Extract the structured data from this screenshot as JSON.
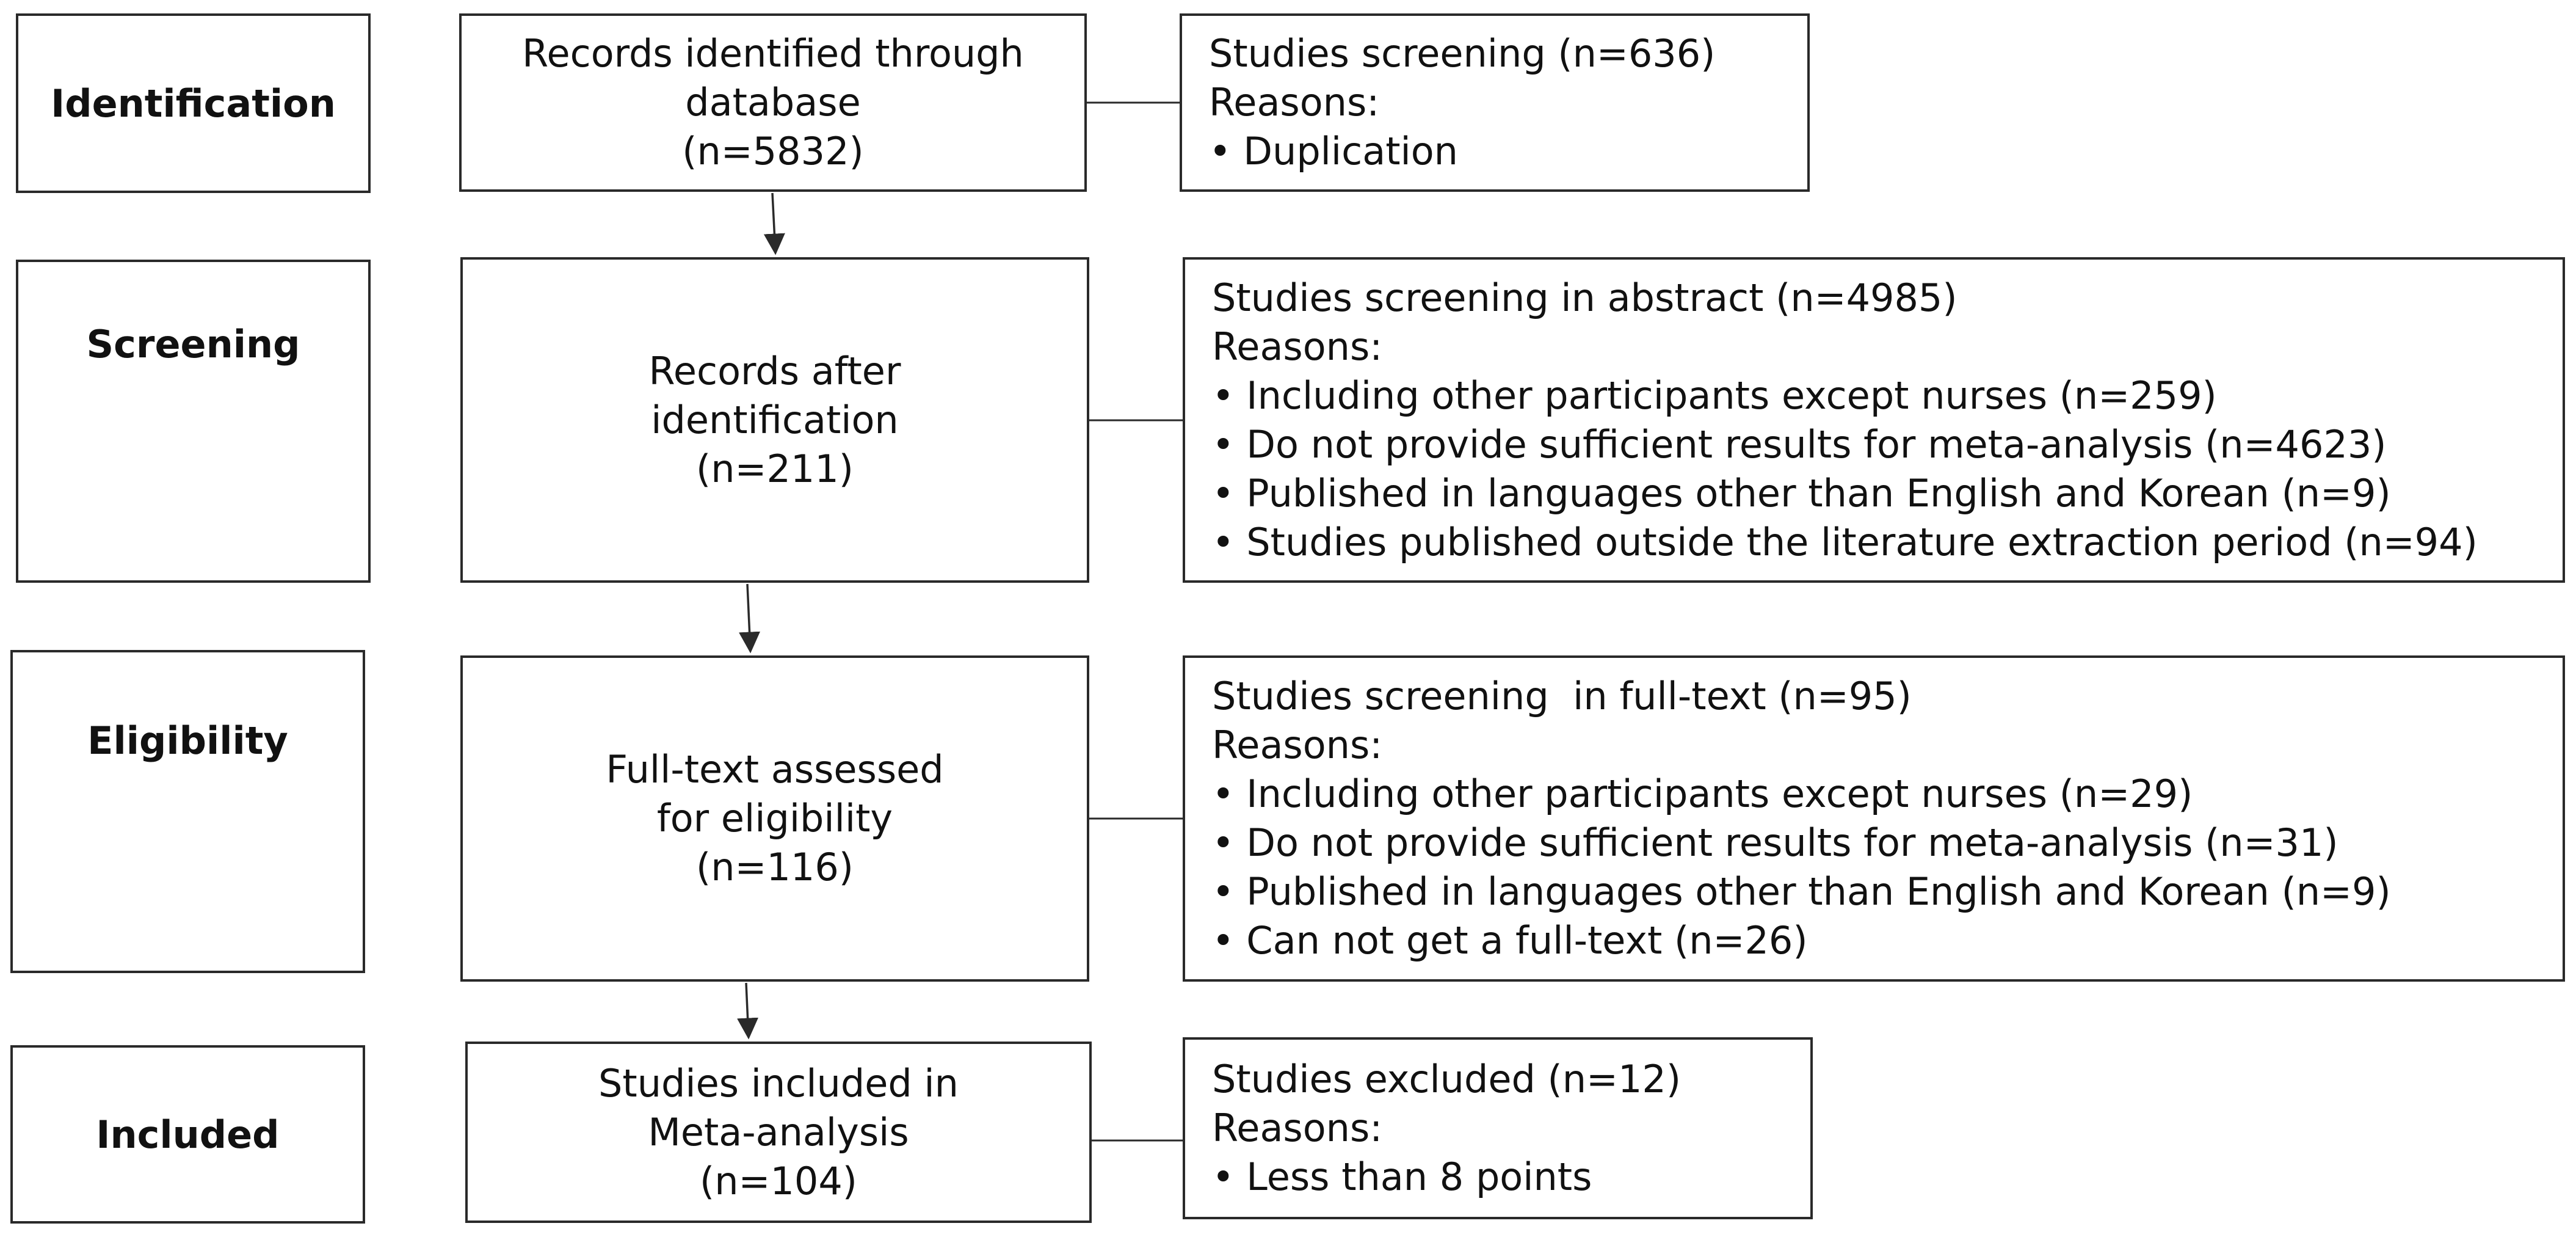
{
  "stages": {
    "identification": "Identification",
    "screening": "Screening",
    "eligibility": "Eligibility",
    "included": "Included"
  },
  "main_boxes": {
    "identification": {
      "line1": "Records identified through",
      "line2": "database",
      "line3": "(n=5832)"
    },
    "screening": {
      "line1": "Records after",
      "line2": "identification",
      "line3": "(n=211)"
    },
    "eligibility": {
      "line1": "Full-text assessed",
      "line2": "for eligibility",
      "line3": "(n=116)"
    },
    "included": {
      "line1": "Studies included in",
      "line2": "Meta-analysis",
      "line3": "(n=104)"
    }
  },
  "exclusion_boxes": {
    "identification": {
      "title": "Studies screening (n=636)",
      "reasons_label": "Reasons:",
      "reasons": [
        "Duplication"
      ]
    },
    "screening": {
      "title": "Studies screening in abstract (n=4985)",
      "reasons_label": "Reasons:",
      "reasons": [
        "Including other participants except nurses (n=259)",
        "Do not provide sufficient results for meta-analysis (n=4623)",
        "Published in languages other than English and Korean (n=9)",
        "Studies published outside the literature extraction period (n=94)"
      ]
    },
    "eligibility": {
      "title": "Studies screening  in full-text (n=95)",
      "reasons_label": "Reasons:",
      "reasons": [
        "Including other participants except nurses (n=29)",
        "Do not provide sufficient results for meta-analysis (n=31)",
        "Published in languages other than English and Korean (n=9)",
        "Can not get a full-text (n=26)"
      ]
    },
    "included": {
      "title": "Studies excluded (n=12)",
      "reasons_label": "Reasons:",
      "reasons": [
        "Less than 8 points"
      ]
    }
  }
}
